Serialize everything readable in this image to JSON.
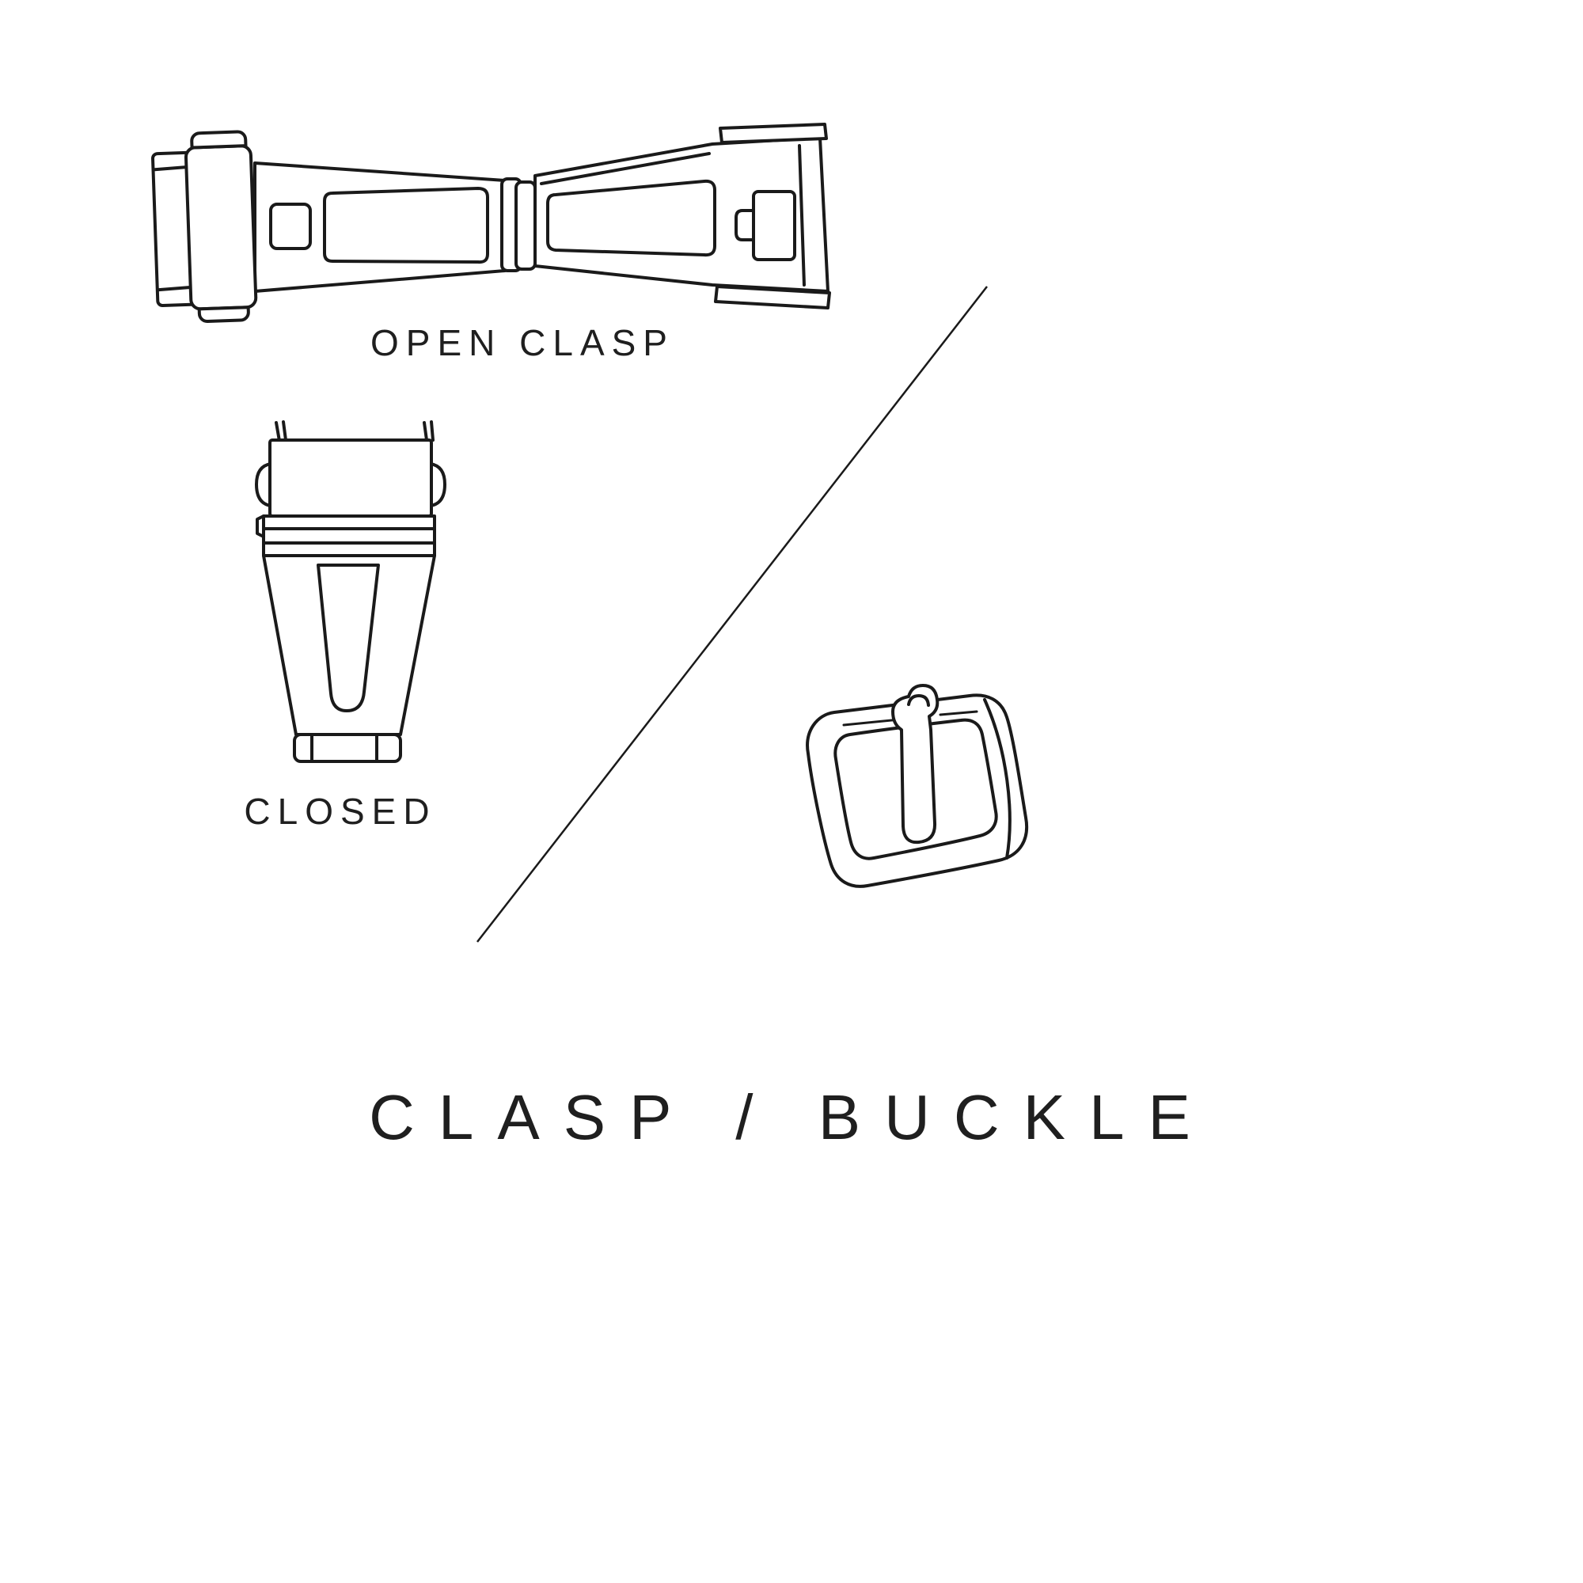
{
  "title": "CLASP / BUCKLE",
  "labels": {
    "open_clasp": "OPEN CLASP",
    "closed": "CLOSED"
  },
  "figures": {
    "open_clasp": "open-clasp-drawing",
    "closed_clasp": "closed-clasp-drawing",
    "buckle": "tang-buckle-drawing",
    "divider": "diagonal-divider-line"
  },
  "colors": {
    "background": "#ffffff",
    "line": "#1a1a1a",
    "text": "#1f1f1f"
  }
}
